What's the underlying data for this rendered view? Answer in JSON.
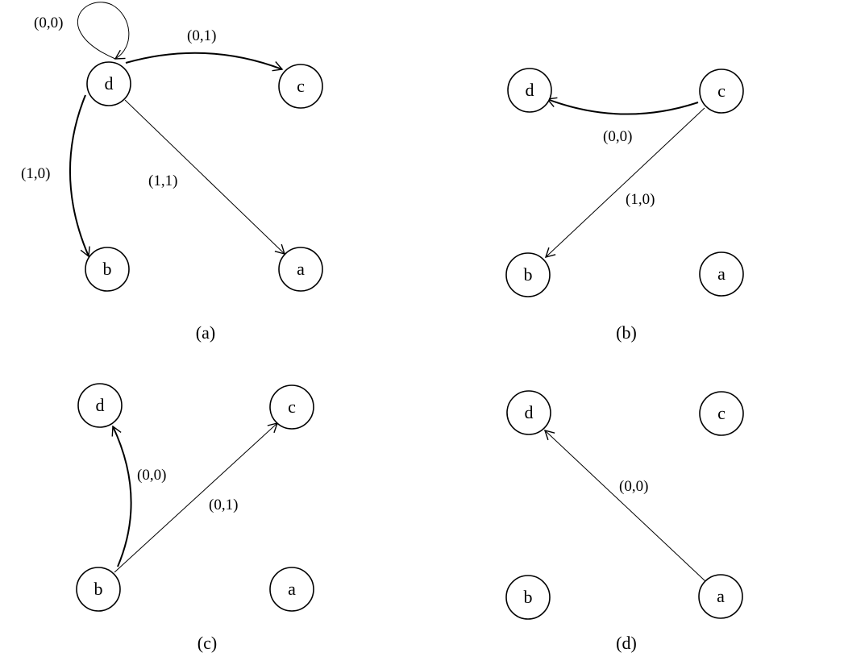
{
  "panels": {
    "a": {
      "caption": "(a)",
      "nodes": {
        "d": "d",
        "c": "c",
        "b": "b",
        "a": "a"
      },
      "edges": {
        "d_d": "(0,0)",
        "d_c": "(0,1)",
        "d_b": "(1,0)",
        "d_a": "(1,1)"
      }
    },
    "b": {
      "caption": "(b)",
      "nodes": {
        "d": "d",
        "c": "c",
        "b": "b",
        "a": "a"
      },
      "edges": {
        "c_d": "(0,0)",
        "c_b": "(1,0)"
      }
    },
    "c": {
      "caption": "(c)",
      "nodes": {
        "d": "d",
        "c": "c",
        "b": "b",
        "a": "a"
      },
      "edges": {
        "b_d": "(0,0)",
        "b_c": "(0,1)"
      }
    },
    "d": {
      "caption": "(d)",
      "nodes": {
        "d": "d",
        "c": "c",
        "b": "b",
        "a": "a"
      },
      "edges": {
        "a_d": "(0,0)"
      }
    }
  }
}
